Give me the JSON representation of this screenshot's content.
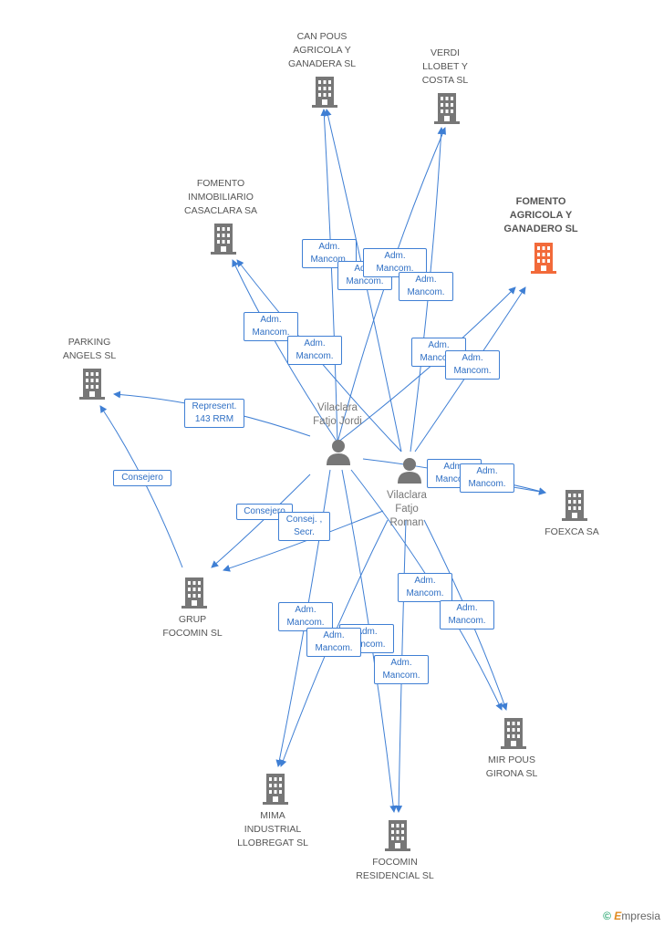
{
  "companies": [
    {
      "id": "canpous",
      "label": "CAN POUS\nAGRICOLA Y\nGANADERA SL",
      "color": "#777777"
    },
    {
      "id": "verdi",
      "label": "VERDI\nLLOBET Y\nCOSTA SL",
      "color": "#777777"
    },
    {
      "id": "fomento_inm",
      "label": "FOMENTO\nINMOBILIARIO\nCASACLARA SA",
      "color": "#777777"
    },
    {
      "id": "fomento_agr",
      "label": "FOMENTO\nAGRICOLA Y\nGANADERO SL",
      "color": "#f26a3a",
      "highlight": true
    },
    {
      "id": "parking",
      "label": "PARKING\nANGELS SL",
      "color": "#777777"
    },
    {
      "id": "foexca",
      "label": "FOEXCA SA",
      "color": "#777777"
    },
    {
      "id": "grup",
      "label": "GRUP\nFOCOMIN SL",
      "color": "#777777"
    },
    {
      "id": "mimapous",
      "label": "MIR POUS\nGIRONA SL",
      "color": "#777777"
    },
    {
      "id": "mima",
      "label": "MIMA\nINDUSTRIAL\nLLOBREGAT SL",
      "color": "#777777"
    },
    {
      "id": "focomin",
      "label": "FOCOMIN\nRESIDENCIAL SL",
      "color": "#777777"
    }
  ],
  "persons": [
    {
      "id": "jordi",
      "label": "Vilaclara\nFatjo Jordi"
    },
    {
      "id": "roman",
      "label": "Vilaclara\nFatjo\nRoman"
    }
  ],
  "edge_labels": [
    "Adm.\nMancom.",
    "Adm.\nMancom.",
    "Adm.\nMancom.",
    "Adm.\nMancom.",
    "Adm.\nMancom.",
    "Adm.\nMancom.",
    "Adm.\nMancom.",
    "Adm.\nMancom.",
    "Represent.\n143 RRM",
    "Consejero",
    "Adm.\nMancom.",
    "Adm.\nMancom.",
    "Consejero",
    "Consej. ,\nSecr.",
    "Adm.\nMancom.",
    "Adm.\nMancom.",
    "Adm.\nMancom.",
    "Adm.\nMancom.",
    "Adm.\nMancom.",
    "Adm.\nMancom."
  ],
  "edge_color": "#3f7fd4",
  "brand": {
    "copyright": "©",
    "name": "mpresia",
    "initial": "E"
  }
}
